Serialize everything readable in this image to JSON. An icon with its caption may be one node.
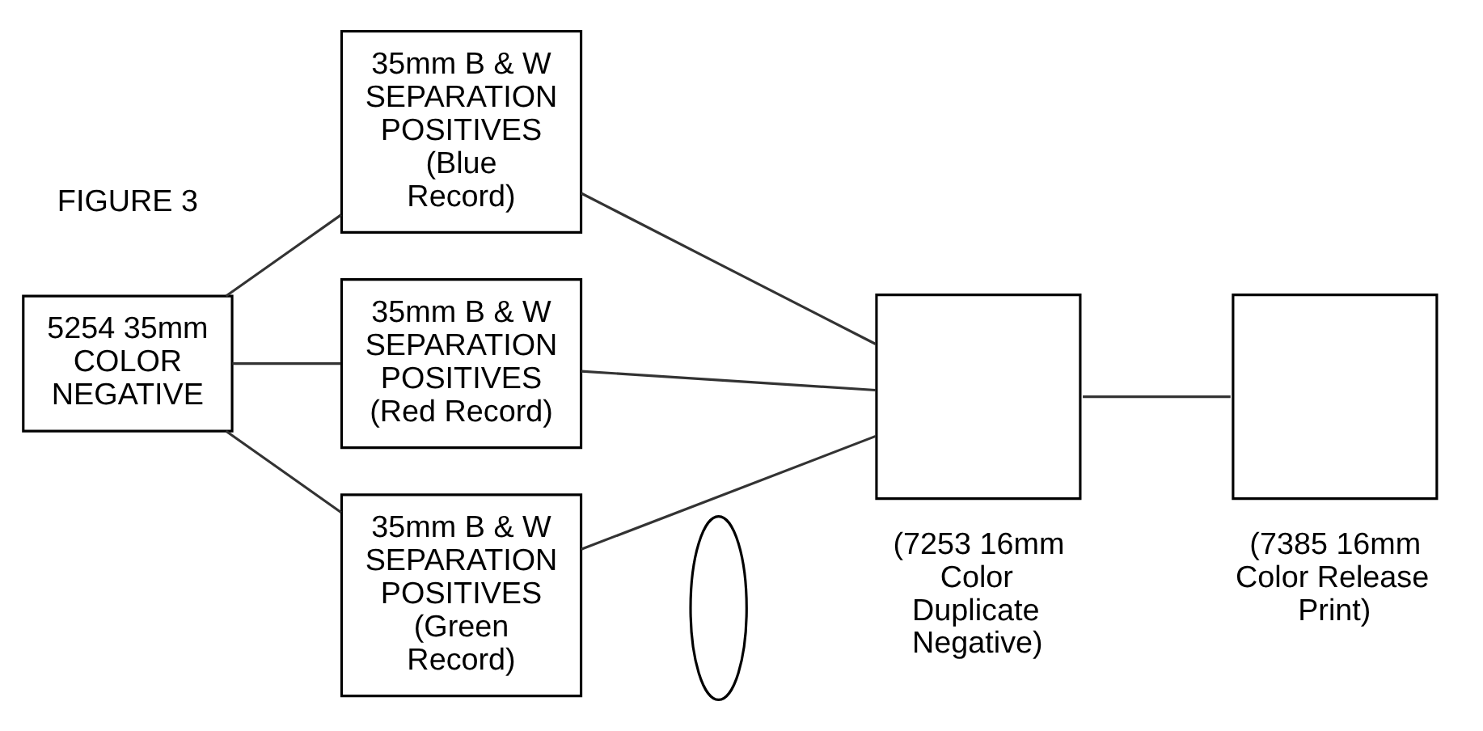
{
  "diagram": {
    "nodes": [
      {
        "text": [
          "5254 35mm COLOR NEGATIVE"
        ]
      },
      {
        "text": [
          "35mm B & W SEPARATION POSITIVES",
          "(Red Record)"
        ]
      },
      {
        "text": [
          "35mm B & W SEPARATION POSITIVES",
          "(Green Record)"
        ]
      },
      {
        "text": [
          "35mm B & W SEPARATION POSITIVES",
          "(Blue Record)"
        ]
      },
      {
        "text": [],
        "shape": "ellipse"
      },
      {
        "text": [],
        "shape": "box",
        "beside": [
          "(7253 16mm Color Duplicate Negative)"
        ]
      },
      {
        "text": [],
        "shape": "box",
        "beside": [
          "(7385 16mm Color Release Print)"
        ]
      }
    ],
    "edges": [
      {
        "from": 0,
        "to": 1,
        "arrow": "none"
      },
      {
        "from": 0,
        "to": 2,
        "arrow": "none"
      },
      {
        "from": 0,
        "to": 3,
        "arrow": "none"
      },
      {
        "from": 1,
        "to": 5,
        "arrow": "none"
      },
      {
        "from": 2,
        "to": 5,
        "arrow": "none"
      },
      {
        "from": 3,
        "to": 5,
        "arrow": "none"
      },
      {
        "from": 5,
        "to": 6,
        "arrow": "none"
      }
    ],
    "labels": [
      "FIGURE 3"
    ]
  }
}
